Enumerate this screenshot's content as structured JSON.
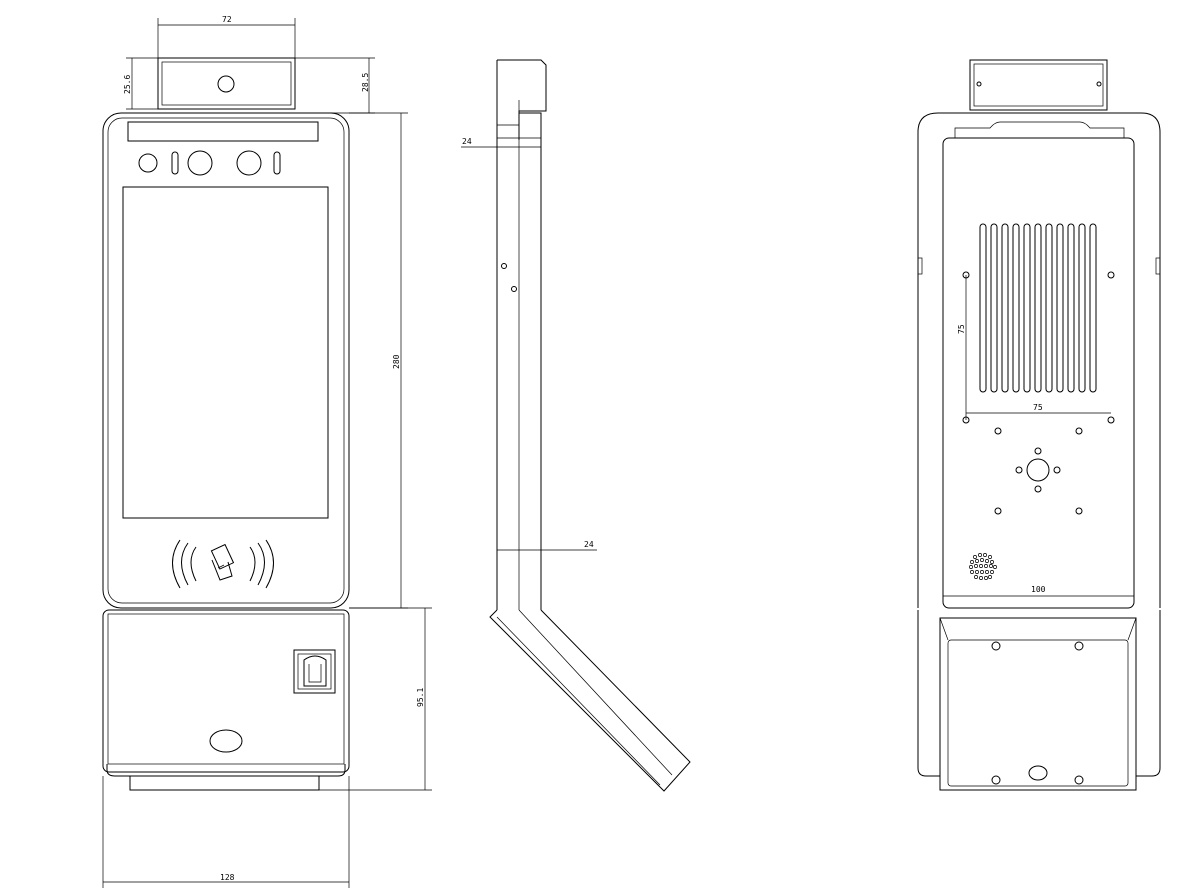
{
  "dimensions": {
    "front_camera_width": "72",
    "front_camera_height_left": "25.6",
    "front_camera_height_right": "28.5",
    "front_panel_height": "280",
    "front_base_height": "95.1",
    "front_total_width": "128",
    "side_top_thickness": "24",
    "side_bottom_thickness": "24",
    "back_hole_vertical": "75",
    "back_hole_horizontal": "75",
    "back_plate_width": "100"
  },
  "icons": {
    "nfc": "nfc-contactless-card-icon",
    "fingerprint": "fingerprint-reader-icon"
  }
}
